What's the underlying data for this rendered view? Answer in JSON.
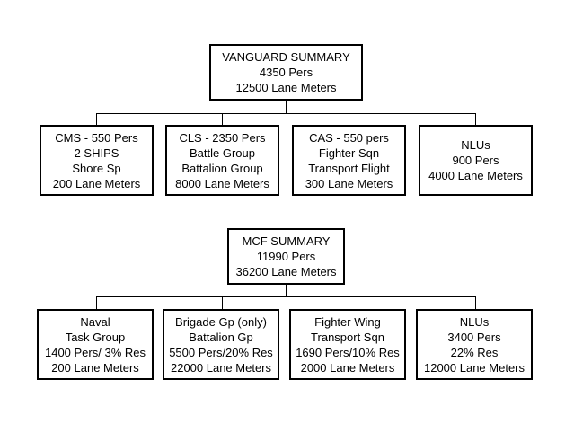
{
  "vanguard": {
    "summary": [
      "VANGUARD SUMMARY",
      "4350 Pers",
      "12500 Lane Meters"
    ],
    "children": [
      [
        "CMS - 550 Pers",
        "2 SHIPS",
        "Shore Sp",
        "200 Lane Meters"
      ],
      [
        "CLS - 2350 Pers",
        "Battle Group",
        "Battalion Group",
        "8000 Lane Meters"
      ],
      [
        "CAS - 550 pers",
        "Fighter Sqn",
        "Transport Flight",
        "300 Lane Meters"
      ],
      [
        "NLUs",
        "900 Pers",
        "4000 Lane Meters"
      ]
    ]
  },
  "mcf": {
    "summary": [
      "MCF SUMMARY",
      "11990 Pers",
      "36200 Lane Meters"
    ],
    "children": [
      [
        "Naval",
        "Task Group",
        "1400 Pers/ 3% Res",
        "200 Lane Meters"
      ],
      [
        "Brigade Gp (only)",
        "Battalion Gp",
        "5500 Pers/20% Res",
        "22000 Lane Meters"
      ],
      [
        "Fighter Wing",
        "Transport Sqn",
        "1690 Pers/10% Res",
        "2000 Lane Meters"
      ],
      [
        "NLUs",
        "3400 Pers",
        "22% Res",
        "12000 Lane Meters"
      ]
    ]
  }
}
